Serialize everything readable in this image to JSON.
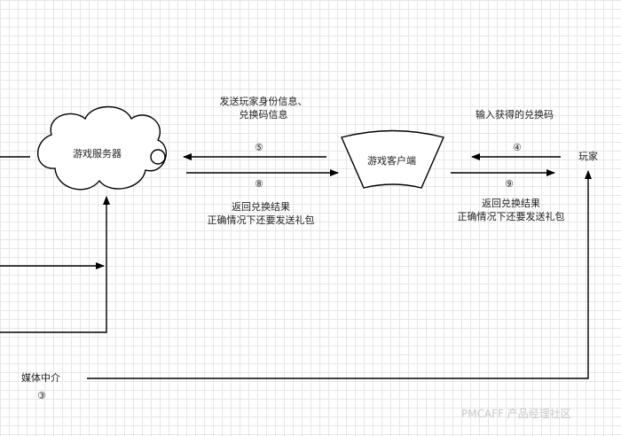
{
  "nodes": {
    "server": "游戏服务器",
    "client": "游戏客户端",
    "player": "玩家",
    "media": "媒体中介"
  },
  "labels": {
    "send_info_l1": "发送玩家身份信息、",
    "send_info_l2": "兑换码信息",
    "input_code": "输入获得的兑换码",
    "return_left_l1": "返回兑换结果",
    "return_left_l2": "正确情况下还要发送礼包",
    "return_right_l1": "返回兑换结果",
    "return_right_l2": "正确情况下还要发送礼包"
  },
  "steps": {
    "s3": "③",
    "s4": "④",
    "s5": "⑤",
    "s8": "⑧",
    "s9": "⑨"
  },
  "watermark": "PMCAFF 产品经理社区",
  "colors": {
    "line": "#000000",
    "grid": "#e6e6e6",
    "text": "#222222"
  }
}
